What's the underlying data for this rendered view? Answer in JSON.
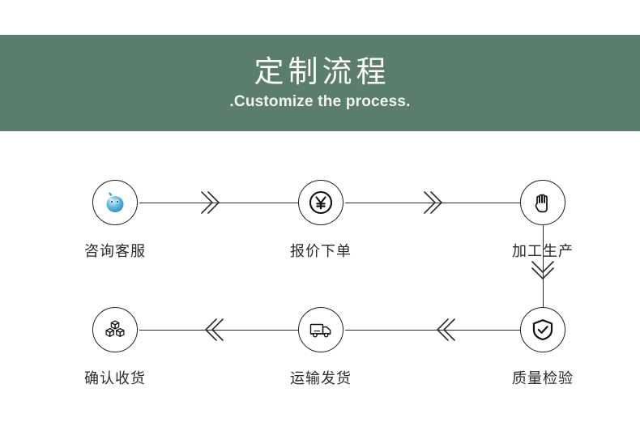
{
  "banner": {
    "title": "定制流程",
    "subtitle": ".Customize the process.",
    "bg_color": "#5b7e6c",
    "text_color": "#ffffff"
  },
  "flow": {
    "line_color": "#2b2b2b",
    "nodes": [
      {
        "id": "consult",
        "label": "咨询客服",
        "icon": "chat-mascot-icon",
        "row": "top",
        "order": 1
      },
      {
        "id": "quote",
        "label": "报价下单",
        "icon": "yuan-currency-icon",
        "row": "top",
        "order": 2
      },
      {
        "id": "production",
        "label": "加工生产",
        "icon": "hand-palm-icon",
        "row": "top",
        "order": 3
      },
      {
        "id": "receive",
        "label": "确认收货",
        "icon": "stacked-boxes-icon",
        "row": "bottom",
        "order": 6
      },
      {
        "id": "shipping",
        "label": "运输发货",
        "icon": "delivery-truck-icon",
        "row": "bottom",
        "order": 5
      },
      {
        "id": "quality",
        "label": "质量检验",
        "icon": "shield-check-icon",
        "row": "bottom",
        "order": 4
      }
    ],
    "connectors": [
      {
        "id": "consult-to-quote",
        "direction": "right",
        "marker": "double-chevron-right-icon"
      },
      {
        "id": "quote-to-production",
        "direction": "right",
        "marker": "double-chevron-right-icon"
      },
      {
        "id": "production-to-quality",
        "direction": "down",
        "marker": "double-chevron-down-icon"
      },
      {
        "id": "quality-to-shipping",
        "direction": "left",
        "marker": "double-chevron-left-icon"
      },
      {
        "id": "shipping-to-receive",
        "direction": "left",
        "marker": "double-chevron-left-icon"
      }
    ]
  }
}
